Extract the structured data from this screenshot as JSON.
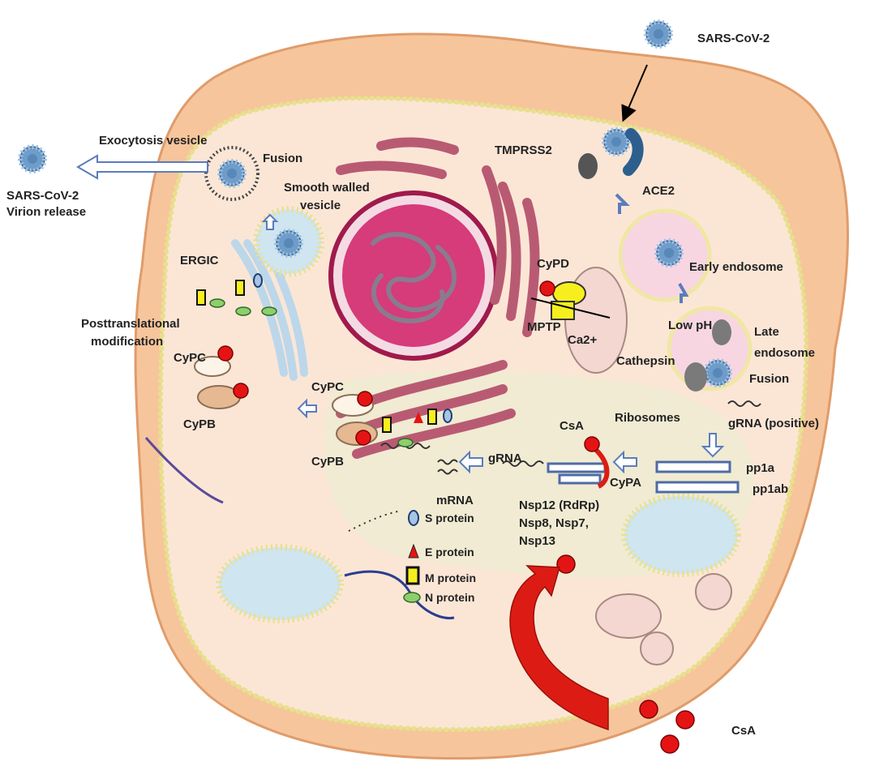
{
  "labels": {
    "sars_top": "SARS-CoV-2",
    "exocytosis": "Exocytosis vesicle",
    "fusion_top": "Fusion",
    "sars_release_1": "SARS-CoV-2",
    "sars_release_2": "Virion release",
    "tmprss2": "TMPRSS2",
    "ace2": "ACE2",
    "smooth_1": "Smooth walled",
    "smooth_2": "vesicle",
    "ergic": "ERGIC",
    "cypd": "CyPD",
    "mptp": "MPTP",
    "ca2": "Ca2+",
    "early_endo": "Early endosome",
    "low_ph": "Low pH",
    "late_endo_1": "Late",
    "late_endo_2": "endosome",
    "cathepsin": "Cathepsin",
    "fusion_right": "Fusion",
    "ptm_1": "Posttranslational",
    "ptm_2": "modification",
    "cypc_left": "CyPC",
    "cypb_left": "CyPB",
    "cypc_mid": "CyPC",
    "cypb_mid": "CyPB",
    "ribosomes": "Ribosomes",
    "grna_pos": "gRNA  (positive)",
    "csa_mid": "CsA",
    "grna": "gRNA",
    "cypa": "CyPA",
    "pp1a": "pp1a",
    "pp1ab": "pp1ab",
    "mrna": "mRNA",
    "nsp_1": "Nsp12 (RdRp)",
    "nsp_2": "Nsp8, Nsp7,",
    "nsp_3": "Nsp13",
    "legend_s": "S protein",
    "legend_e": "E protein",
    "legend_m": "M protein",
    "legend_n": "N protein",
    "csa_bottom": "CsA"
  },
  "colors": {
    "cell_outer": "#f6c59c",
    "cytoplasm": "#fbe6d6",
    "nucleus_fill": "#d63b7a",
    "nucleus_ring": "#b21e57",
    "mito": "#f3d7d0",
    "golgi": "#bcd7ea",
    "er": "#b95a73",
    "cypc": "#fdf4e8",
    "cypb": "#e6b992",
    "red_dot": "#e51414",
    "yellow": "#f7ef1d",
    "arrow_outline": "#5b7cbd",
    "arrow_red": "#dc1c14"
  },
  "icons": [
    "virus-icon",
    "red-dot-icon",
    "hollow-arrow-icon",
    "curved-red-arrow-icon"
  ]
}
